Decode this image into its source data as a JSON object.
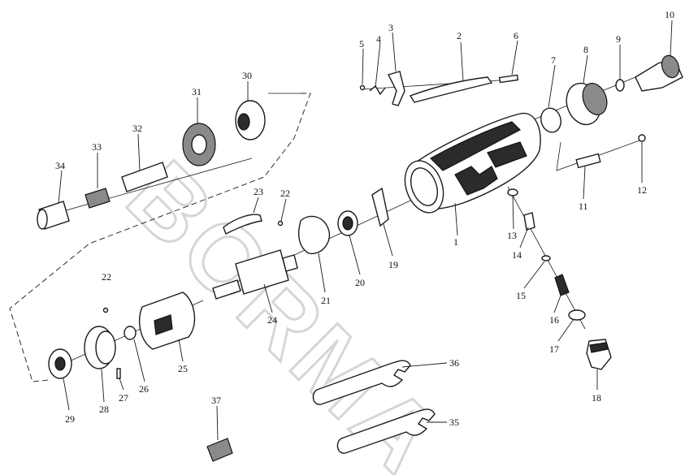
{
  "diagram": {
    "callouts": [
      "1",
      "2",
      "3",
      "4",
      "5",
      "6",
      "7",
      "8",
      "9",
      "10",
      "11",
      "12",
      "13",
      "14",
      "15",
      "16",
      "17",
      "18",
      "19",
      "20",
      "21",
      "22",
      "22",
      "23",
      "24",
      "25",
      "26",
      "27",
      "28",
      "29",
      "30",
      "31",
      "32",
      "33",
      "34",
      "35",
      "36",
      "37"
    ]
  },
  "watermark": {
    "text": "BORMA"
  }
}
